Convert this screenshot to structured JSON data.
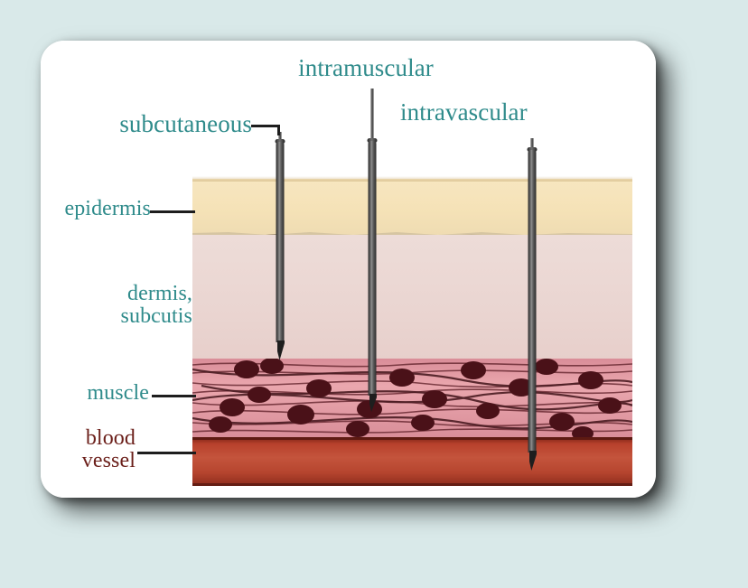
{
  "figure": {
    "kind": "medical-illustration",
    "subject": "injection routes through skin layers",
    "background_color": "#d9e9e9",
    "card_color": "#ffffff"
  },
  "route_labels": [
    {
      "id": "subcutaneous",
      "text": "subcutaneous",
      "color": "#2f8b8b"
    },
    {
      "id": "intramuscular",
      "text": "intramuscular",
      "color": "#2f8b8b"
    },
    {
      "id": "intravascular",
      "text": "intravascular",
      "color": "#2f8b8b"
    }
  ],
  "layer_labels": [
    {
      "id": "epidermis",
      "text": "epidermis",
      "color": "#2f8b8b"
    },
    {
      "id": "dermis",
      "line1": "dermis,",
      "line2": "subcutis",
      "color": "#2f8b8b"
    },
    {
      "id": "muscle",
      "text": "muscle",
      "color": "#2f8b8b"
    },
    {
      "id": "vessel",
      "line1": "blood",
      "line2": "vessel",
      "color": "#6b1f1a"
    }
  ],
  "layers": [
    {
      "id": "epidermis",
      "name": "epidermis",
      "color": "#f5e2b7"
    },
    {
      "id": "dermis",
      "name": "dermis, subcutis",
      "color": "#ead5d1"
    },
    {
      "id": "muscle",
      "name": "muscle",
      "color": "#e9a2aa"
    },
    {
      "id": "blood-vessel",
      "name": "blood vessel",
      "color": "#bb4530"
    }
  ],
  "needles": [
    {
      "id": "subcutaneous",
      "route": "subcutaneous",
      "depth_layer": "dermis, subcutis"
    },
    {
      "id": "intramuscular",
      "route": "intramuscular",
      "depth_layer": "muscle"
    },
    {
      "id": "intravascular",
      "route": "intravascular",
      "depth_layer": "blood vessel"
    }
  ]
}
